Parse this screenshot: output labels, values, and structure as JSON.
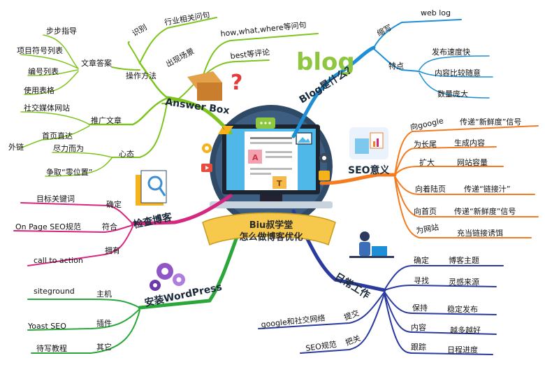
{
  "center": {
    "line1": "Biu叔学堂",
    "line2": "怎么做博客优化"
  },
  "branches": {
    "answer_box": {
      "title": "Answer Box",
      "color": "#7ec41e",
      "groups": {
        "shiBie": "识别",
        "hangye": "行业相关问句",
        "chuxian": "出现场景",
        "howWhat": "how,what,where等问句",
        "best": "best等评论",
        "caozuo": "操作方法",
        "wenzhang": "文章答案",
        "buBu": "步步指导",
        "xiangmu": "项目符号列表",
        "bianhao": "编号列表",
        "biaoge": "使用表格",
        "tuiguang": "推广文章",
        "shejiao": "社交媒体网站",
        "shouye": "首页直达",
        "wailian": "外链",
        "xintai": "心态",
        "jinli": "尽力而为",
        "zhengqu": "争取“零位置”"
      }
    },
    "blog": {
      "title": "Blog是什么？",
      "logo": "blog",
      "color": "#1e8fd6",
      "items": {
        "suoxie": "缩写",
        "weblog": "web log",
        "tedian": "特点",
        "fabu": "发布速度快",
        "neirong": "内容比较随意",
        "shuliang": "数量庞大"
      }
    },
    "seo": {
      "title": "SEO意义",
      "color": "#f47b20",
      "items": [
        {
          "a": "向google",
          "b": "传递“新鲜度”信号"
        },
        {
          "a": "为长尾",
          "b": "生成内容"
        },
        {
          "a": "扩大",
          "b": "网站容量"
        },
        {
          "a": "向着陆页",
          "b": "传递“链接汁”"
        },
        {
          "a": "向首页",
          "b": "传递“新鲜度”信号"
        },
        {
          "a": "为网站",
          "b": "充当链接诱饵"
        }
      ]
    },
    "check": {
      "title": "检查博客",
      "color": "#d6287e",
      "items": [
        {
          "a": "确定",
          "b": "目标关键词"
        },
        {
          "a": "符合",
          "b": "On Page SEO规范"
        },
        {
          "a": "拥有",
          "b": "call to action"
        }
      ]
    },
    "wp": {
      "title": "安装WordPress",
      "color": "#2aa63a",
      "items": [
        {
          "a": "主机",
          "b": "siteground"
        },
        {
          "a": "插件",
          "b": "Yoast SEO"
        },
        {
          "a": "其它",
          "b": "待写教程"
        }
      ]
    },
    "daily": {
      "title": "日常工作",
      "color": "#2b3a9e",
      "right": [
        {
          "a": "确定",
          "b": "博客主题"
        },
        {
          "a": "寻找",
          "b": "灵感来源"
        },
        {
          "a": "保持",
          "b": "稳定发布"
        },
        {
          "a": "内容",
          "b": "越多越好"
        },
        {
          "a": "跟踪",
          "b": "日程进度"
        }
      ],
      "left": [
        {
          "a": "提交",
          "b": "google和社交网络"
        },
        {
          "a": "把关",
          "b": "SEO规范"
        }
      ]
    }
  }
}
